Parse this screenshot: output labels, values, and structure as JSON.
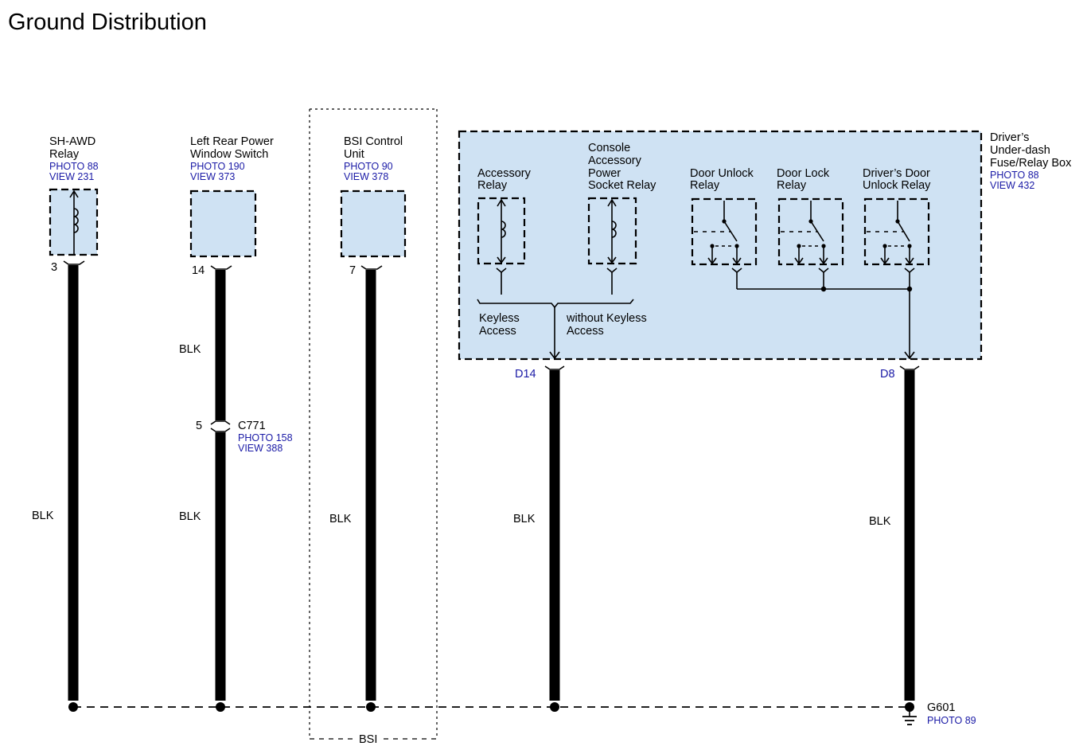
{
  "title": "Ground Distribution",
  "components": {
    "shawd": {
      "name_1": "SH-AWD",
      "name_2": "Relay",
      "photo": "PHOTO 88",
      "view": "VIEW 231",
      "pin": "3"
    },
    "lrpws": {
      "name_1": "Left Rear Power",
      "name_2": "Window Switch",
      "photo": "PHOTO 190",
      "view": "VIEW 373",
      "pin": "14"
    },
    "bsi": {
      "name_1": "BSI Control",
      "name_2": "Unit",
      "photo": "PHOTO 90",
      "view": "VIEW 378",
      "pin": "7",
      "zone_label": "BSI"
    },
    "fusebox": {
      "name_1": "Driver’s",
      "name_2": "Under-dash",
      "name_3": "Fuse/Relay Box",
      "photo": "PHOTO 88",
      "view": "VIEW 432",
      "pin_a": "D14",
      "pin_b": "D8"
    }
  },
  "relays": {
    "accessory": {
      "name_1": "Accessory",
      "name_2": "Relay"
    },
    "console": {
      "name_1": "Console",
      "name_2": "Accessory",
      "name_3": "Power",
      "name_4": "Socket Relay"
    },
    "door_unlock": {
      "name_1": "Door Unlock",
      "name_2": "Relay"
    },
    "door_lock": {
      "name_1": "Door Lock",
      "name_2": "Relay"
    },
    "drivers_door_unlock": {
      "name_1": "Driver’s Door",
      "name_2": "Unlock Relay"
    }
  },
  "options": {
    "keyless_1": "Keyless",
    "keyless_2": "Access",
    "without_1": "without Keyless",
    "without_2": "Access"
  },
  "connector_c771": {
    "pin": "5",
    "name": "C771",
    "photo": "PHOTO 158",
    "view": "VIEW 388"
  },
  "wire_color": "BLK",
  "ground": {
    "name": "G601",
    "photo": "PHOTO 89"
  },
  "colors": {
    "box_fill": "#cfe2f3",
    "ref_blue": "#1a1aa6"
  }
}
